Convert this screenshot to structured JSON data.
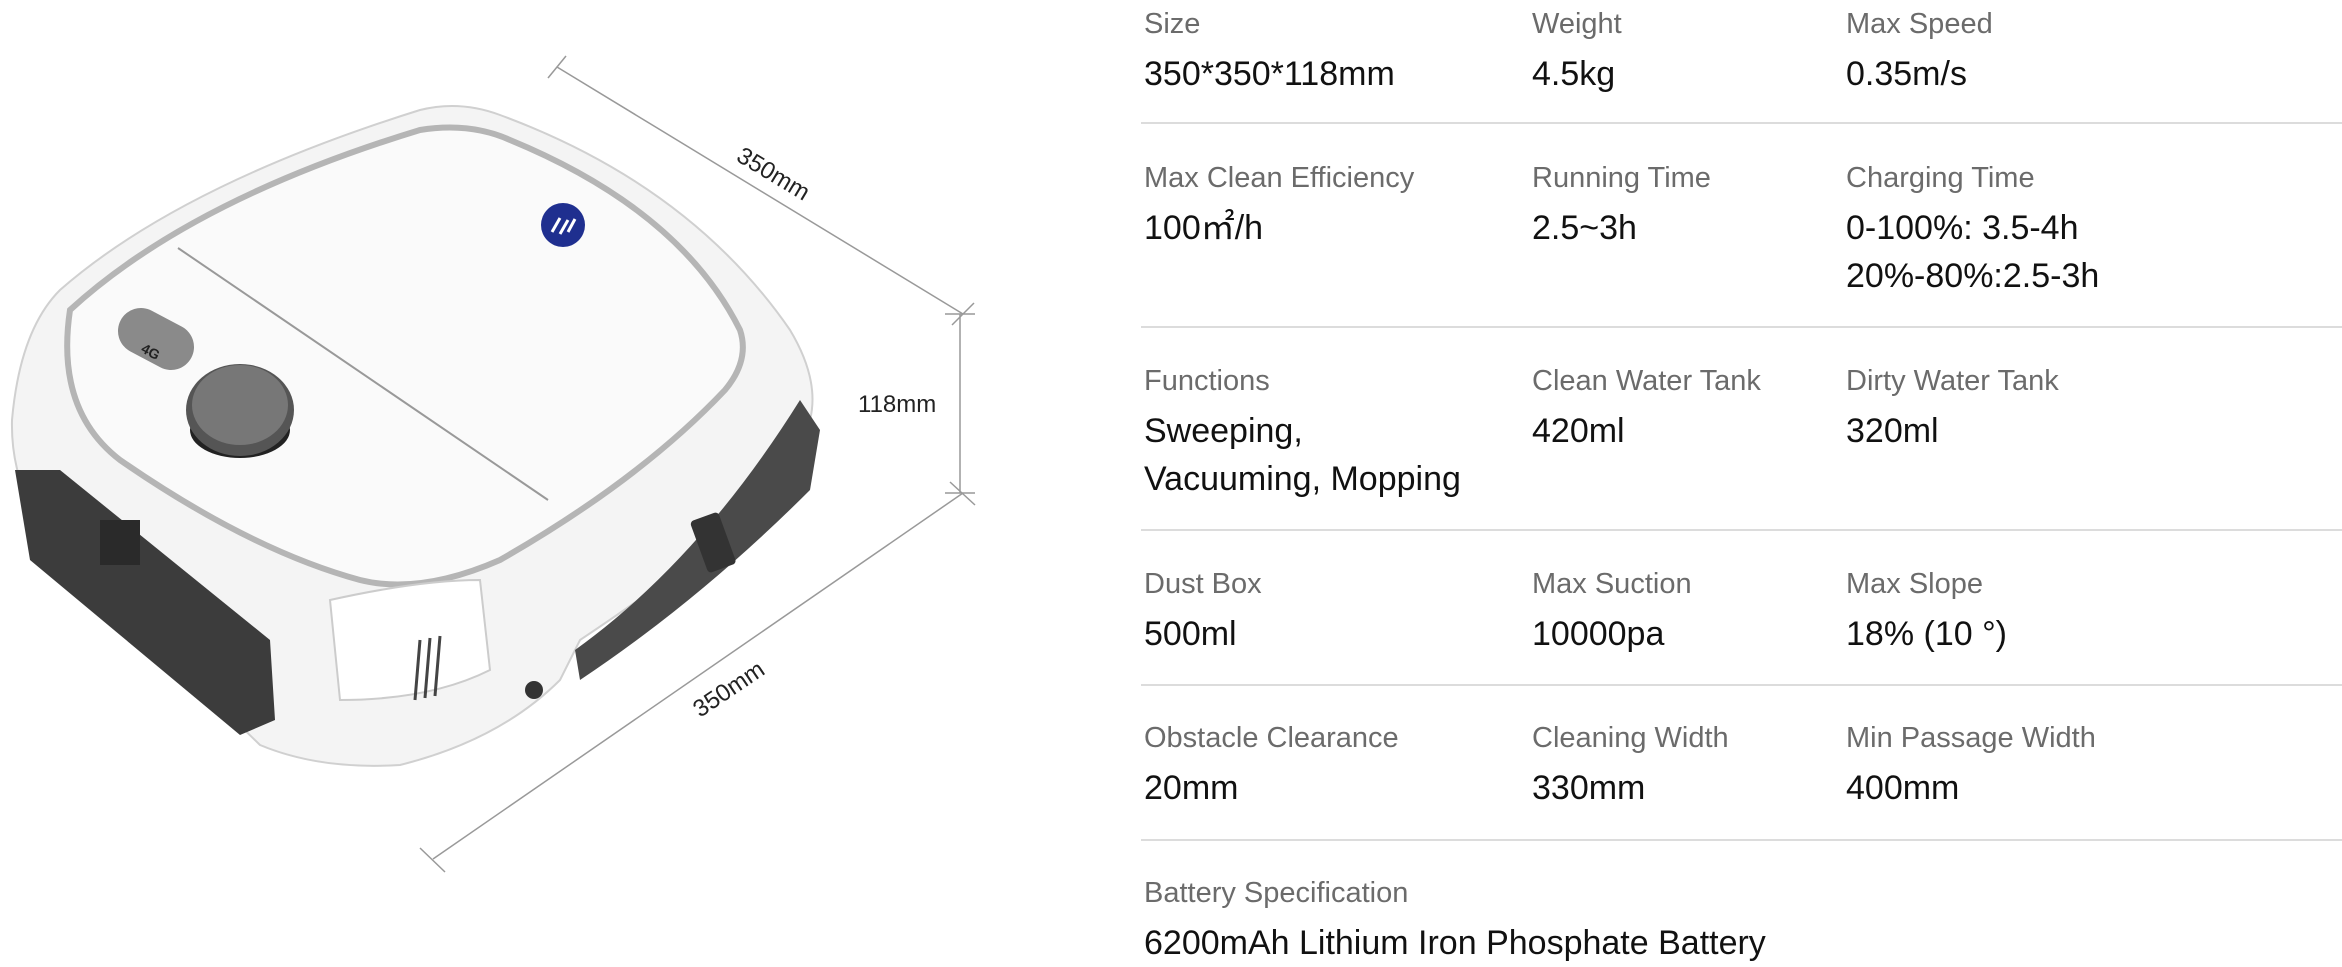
{
  "dimensions": {
    "length": "350mm",
    "width": "350mm",
    "height": "118mm"
  },
  "robot": {
    "panel_label": "4G"
  },
  "specs": [
    {
      "label": "Size",
      "value": "350*350*118mm"
    },
    {
      "label": "Weight",
      "value": "4.5kg"
    },
    {
      "label": "Max Speed",
      "value": "0.35m/s"
    },
    {
      "label": "Max Clean Efficiency",
      "value": "100㎡/h"
    },
    {
      "label": "Running Time",
      "value": "2.5~3h"
    },
    {
      "label": "Charging Time",
      "value": "0-100%: 3.5-4h",
      "value2": "20%-80%:2.5-3h"
    },
    {
      "label": "Functions",
      "value": "Sweeping,",
      "value2": "Vacuuming, Mopping"
    },
    {
      "label": "Clean Water Tank",
      "value": "420ml"
    },
    {
      "label": "Dirty Water Tank",
      "value": "320ml"
    },
    {
      "label": "Dust Box",
      "value": "500ml"
    },
    {
      "label": "Max Suction",
      "value": "10000pa"
    },
    {
      "label": "Max Slope",
      "value": "18% (10 °)"
    },
    {
      "label": "Obstacle Clearance",
      "value": "20mm"
    },
    {
      "label": "Cleaning Width",
      "value": "330mm"
    },
    {
      "label": "Min Passage Width",
      "value": "400mm"
    },
    {
      "label": "Battery Specification",
      "value": "6200mAh Lithium Iron Phosphate Battery"
    }
  ],
  "colors": {
    "logo": "#1f2f8f",
    "body": "#ffffff",
    "trim": "#b5b5b5",
    "dark": "#3a3a3a"
  }
}
